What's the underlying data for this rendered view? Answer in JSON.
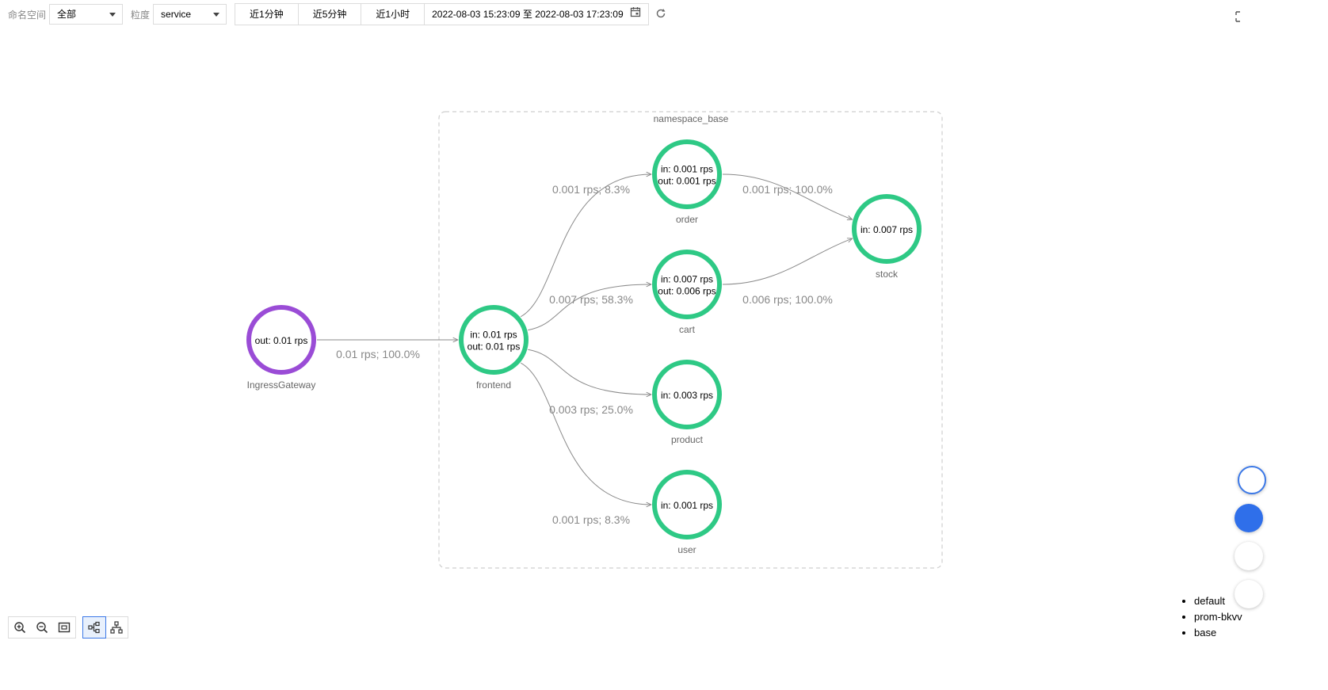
{
  "filters": {
    "namespace_label": "命名空间",
    "namespace_value": "全部",
    "granularity_label": "粒度",
    "granularity_value": "service"
  },
  "time_range": {
    "buttons": [
      "近1分钟",
      "近5分钟",
      "近1小时"
    ],
    "range_text": "2022-08-03 15:23:09 至 2022-08-03 17:23:09"
  },
  "graph": {
    "group_label": "namespace_base",
    "nodes": [
      {
        "id": "ingress",
        "name": "IngressGateway",
        "lines": [
          "out: 0.01 rps"
        ],
        "color": "#9a4cd6"
      },
      {
        "id": "frontend",
        "name": "frontend",
        "lines": [
          "in: 0.01 rps",
          "out: 0.01 rps"
        ],
        "color": "#2ec985"
      },
      {
        "id": "order",
        "name": "order",
        "lines": [
          "in: 0.001 rps",
          "out: 0.001 rps"
        ],
        "color": "#2ec985"
      },
      {
        "id": "cart",
        "name": "cart",
        "lines": [
          "in: 0.007 rps",
          "out: 0.006 rps"
        ],
        "color": "#2ec985"
      },
      {
        "id": "product",
        "name": "product",
        "lines": [
          "in: 0.003 rps"
        ],
        "color": "#2ec985"
      },
      {
        "id": "user",
        "name": "user",
        "lines": [
          "in: 0.001 rps"
        ],
        "color": "#2ec985"
      },
      {
        "id": "stock",
        "name": "stock",
        "lines": [
          "in: 0.007 rps"
        ],
        "color": "#2ec985"
      }
    ],
    "edges": [
      {
        "from": "ingress",
        "to": "frontend",
        "label": "0.01 rps; 100.0%"
      },
      {
        "from": "frontend",
        "to": "order",
        "label": "0.001 rps; 8.3%"
      },
      {
        "from": "frontend",
        "to": "cart",
        "label": "0.007 rps; 58.3%"
      },
      {
        "from": "frontend",
        "to": "product",
        "label": "0.003 rps; 25.0%"
      },
      {
        "from": "frontend",
        "to": "user",
        "label": "0.001 rps; 8.3%"
      },
      {
        "from": "order",
        "to": "stock",
        "label": "0.001 rps; 100.0%"
      },
      {
        "from": "cart",
        "to": "stock",
        "label": "0.006 rps; 100.0%"
      }
    ]
  },
  "legend": [
    "default",
    "prom-bkvv",
    "base"
  ],
  "bottom_tools": {
    "zoom_in": "zoom-in-icon",
    "zoom_out": "zoom-out-icon",
    "fit": "fit-view-icon",
    "layout_horizontal": "layout-horizontal-icon",
    "layout_tree": "layout-tree-icon"
  }
}
